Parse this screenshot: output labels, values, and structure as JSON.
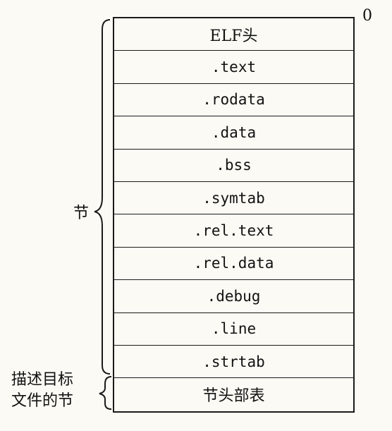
{
  "diagram": {
    "offset_label": "0",
    "sections": [
      {
        "label": "ELF头",
        "font": "serif"
      },
      {
        "label": ".text",
        "font": "mono"
      },
      {
        "label": ".rodata",
        "font": "mono"
      },
      {
        "label": ".data",
        "font": "mono"
      },
      {
        "label": ".bss",
        "font": "mono"
      },
      {
        "label": ".symtab",
        "font": "mono"
      },
      {
        "label": ".rel.text",
        "font": "mono"
      },
      {
        "label": ".rel.data",
        "font": "mono"
      },
      {
        "label": ".debug",
        "font": "mono"
      },
      {
        "label": ".line",
        "font": "mono"
      },
      {
        "label": ".strtab",
        "font": "mono"
      },
      {
        "label": "节头部表",
        "font": "serif"
      }
    ],
    "brace_labels": {
      "sections": "节",
      "section_header_line1": "描述目标",
      "section_header_line2": "文件的节"
    },
    "line_color": "#1a1a1a",
    "background": "#fbfaf4"
  }
}
